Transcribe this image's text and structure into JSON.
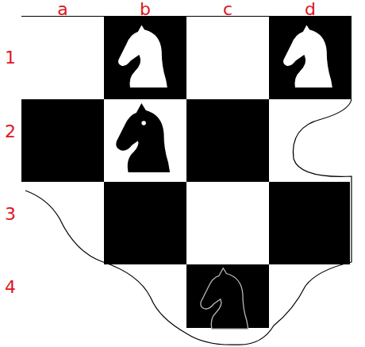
{
  "diagram": {
    "labels": [
      "a",
      "b",
      "c",
      "d",
      "1",
      "2",
      "3",
      "4"
    ]
  }
}
